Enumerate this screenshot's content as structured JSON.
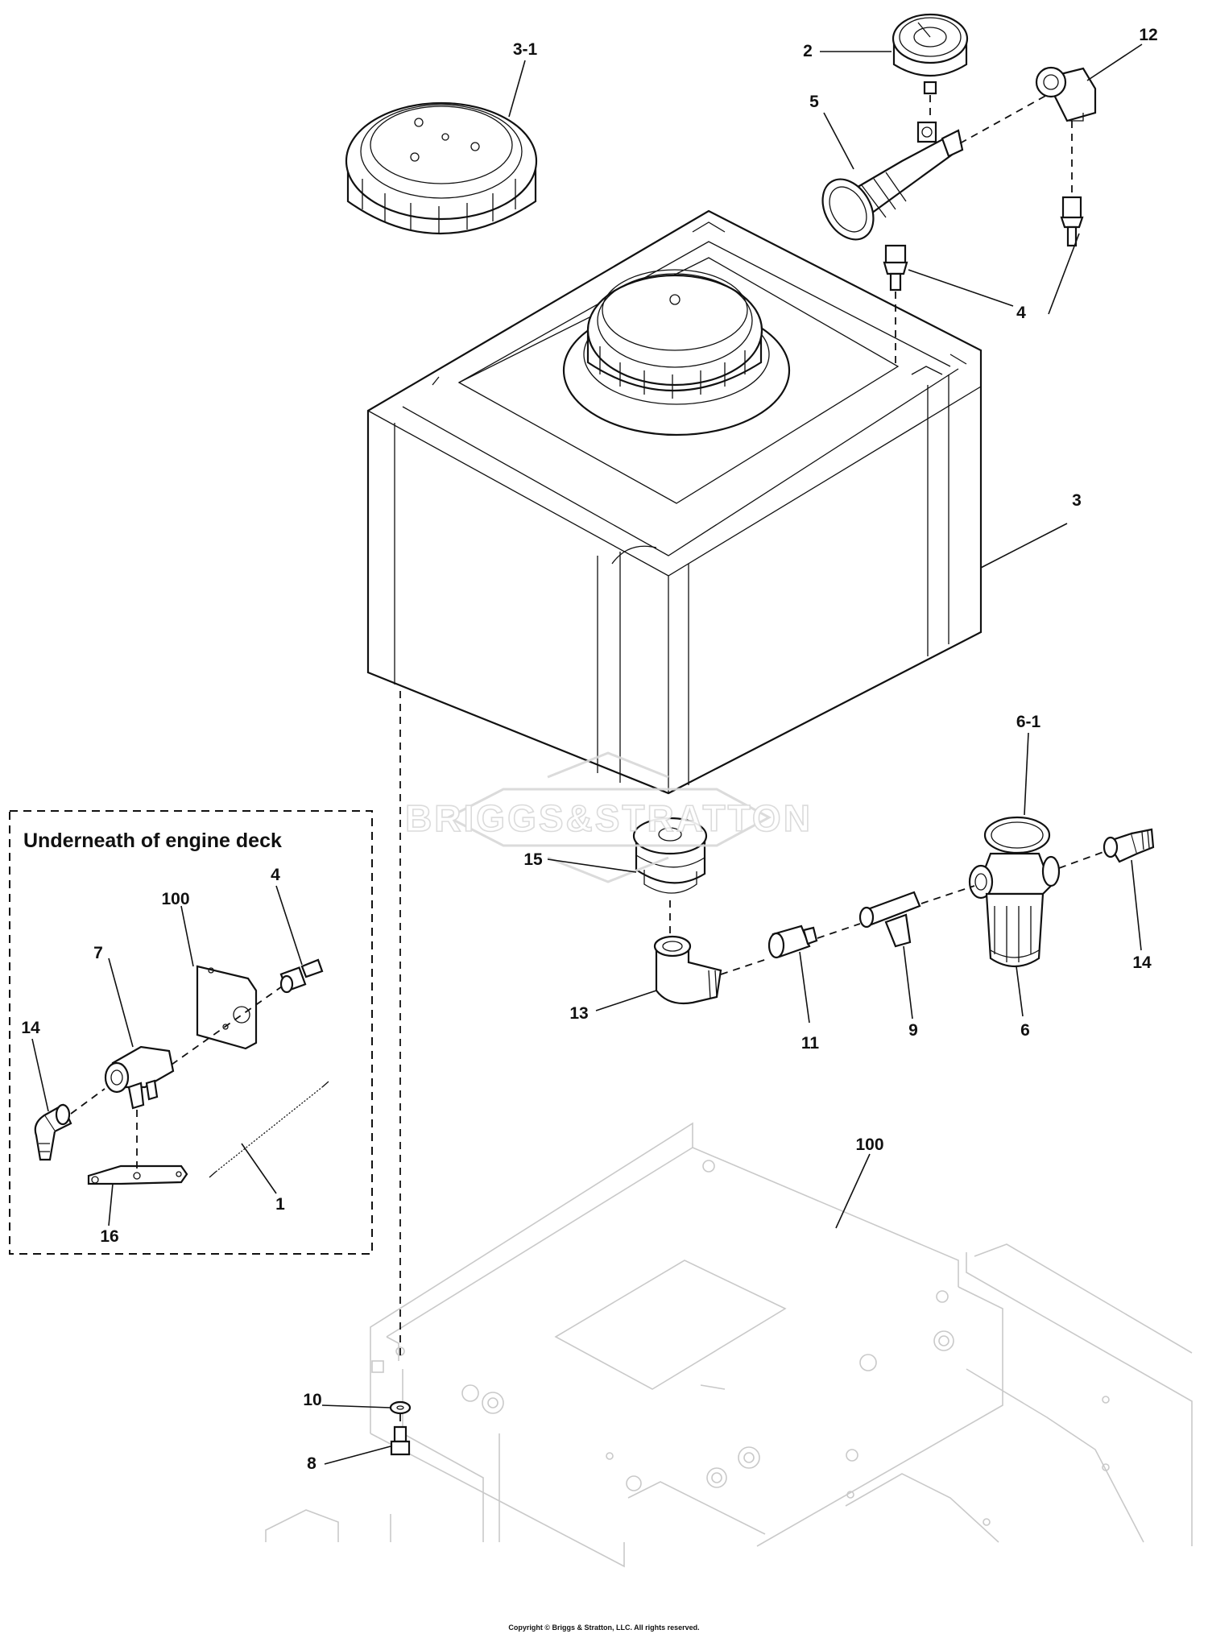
{
  "inset": {
    "title": "Underneath of engine deck"
  },
  "watermark": "BRIGGS&STRATTON",
  "callouts": {
    "c3_1": "3-1",
    "c2": "2",
    "c12": "12",
    "c5": "5",
    "c4_top": "4",
    "c3": "3",
    "c6_1": "6-1",
    "c15": "15",
    "c14_right": "14",
    "c13": "13",
    "c11": "11",
    "c9": "9",
    "c6": "6",
    "c100_main": "100",
    "c10": "10",
    "c8": "8",
    "c100_inset": "100",
    "c4_inset": "4",
    "c7": "7",
    "c14_inset": "14",
    "c1": "1",
    "c16": "16"
  },
  "copyright": "Copyright © Briggs & Stratton, LLC. All rights reserved."
}
